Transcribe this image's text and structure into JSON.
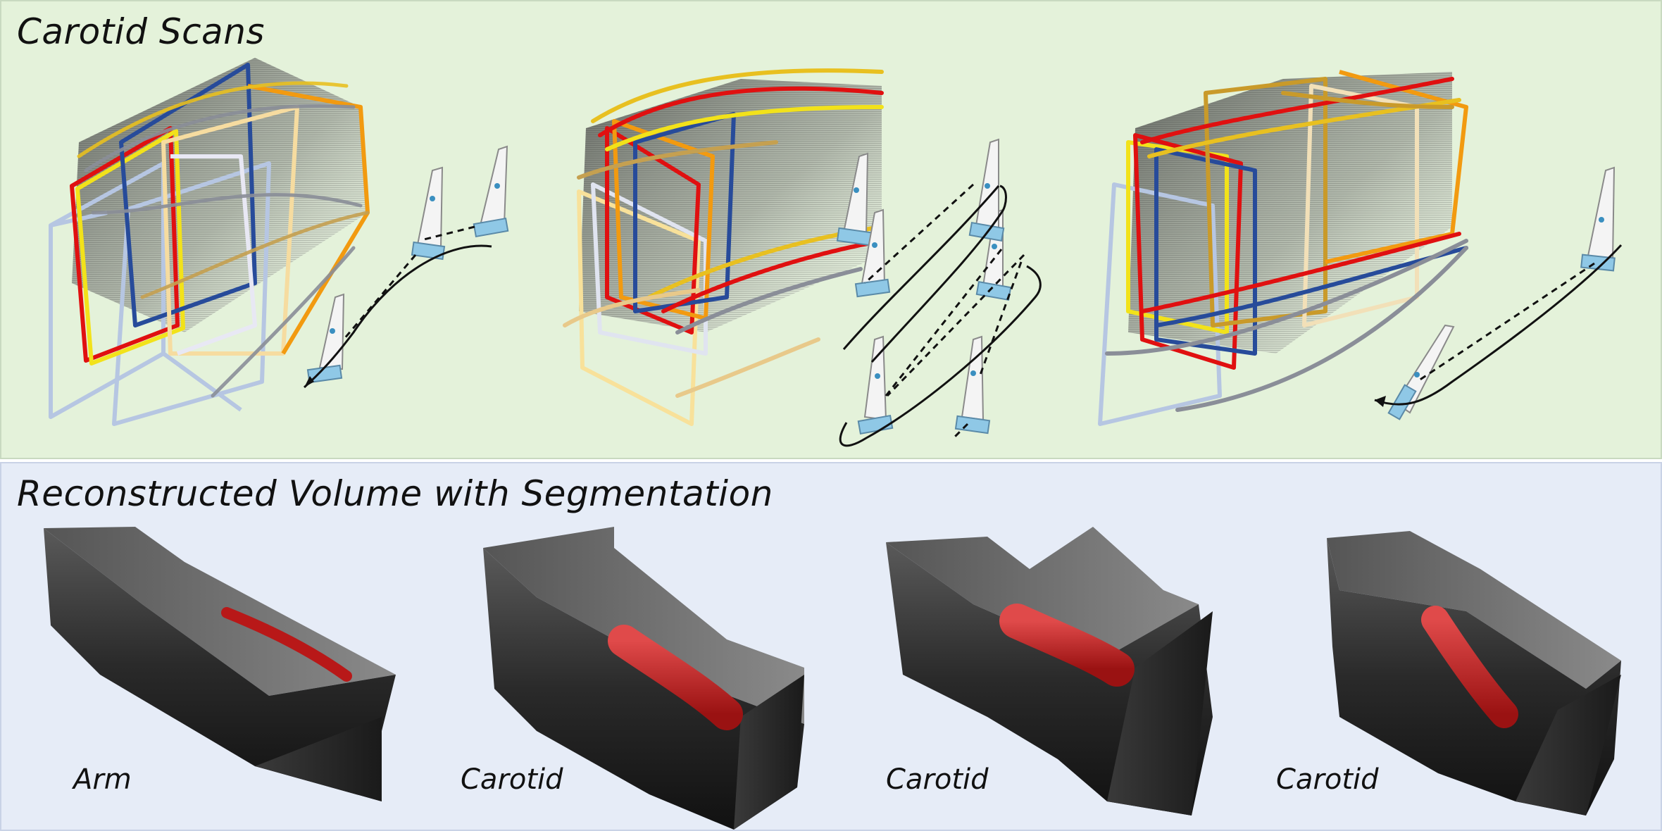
{
  "top_panel": {
    "title": "Carotid Scans"
  },
  "bottom_panel": {
    "title": "Reconstructed Volume with Segmentation",
    "volumes": [
      {
        "label": "Arm"
      },
      {
        "label": "Carotid"
      },
      {
        "label": "Carotid"
      },
      {
        "label": "Carotid"
      }
    ]
  },
  "colors": {
    "top_bg": "#e4f2da",
    "bottom_bg": "#e6ecf7",
    "frame_red": "#e01010",
    "frame_yellow": "#f2e21a",
    "frame_orange": "#f29a10",
    "frame_blue": "#274b9a",
    "frame_lightblue": "#b6c6e2",
    "frame_tan": "#e8c98a",
    "probe_base": "#8fc8e6",
    "segmentation": "#c21c1c"
  }
}
